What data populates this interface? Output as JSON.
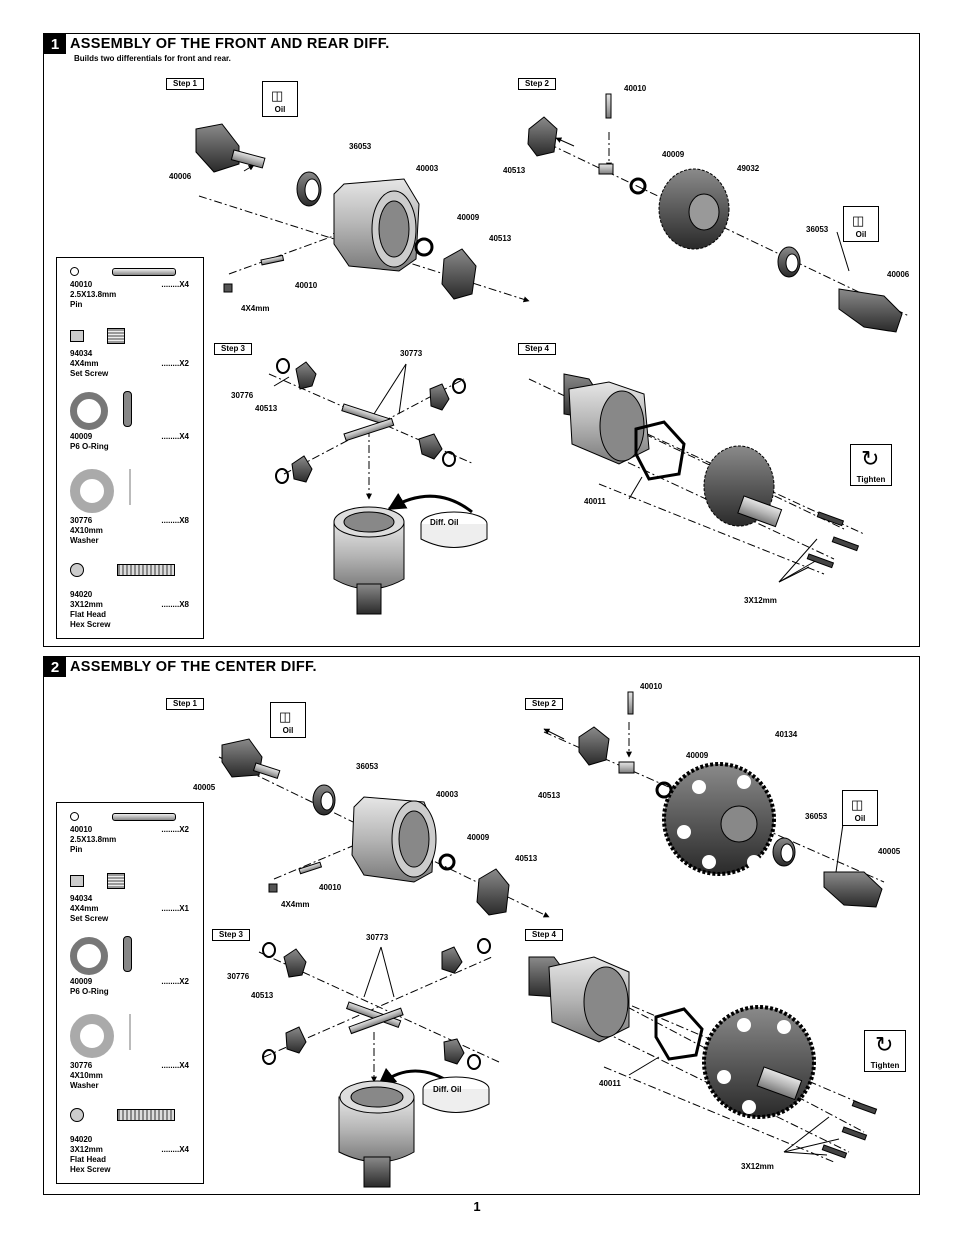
{
  "section1": {
    "number": "1",
    "title": "ASSEMBLY OF THE FRONT AND REAR DIFF.",
    "subtitle": "Builds two differentials for front and rear.",
    "steps": [
      "Step 1",
      "Step 2",
      "Step 3",
      "Step 4"
    ],
    "oil_label": "Oil",
    "diff_oil_label": "Diff. Oil",
    "tighten_label": "Tighten",
    "labels": {
      "s1_40006": "40006",
      "s1_36053": "36053",
      "s1_40003": "40003",
      "s1_40009": "40009",
      "s1_40513": "40513",
      "s1_40010": "40010",
      "s1_4x4": "4X4mm",
      "s2_40010": "40010",
      "s2_40513": "40513",
      "s2_40009": "40009",
      "s2_49032": "49032",
      "s2_36053": "36053",
      "s2_40006": "40006",
      "s3_30773": "30773",
      "s3_30776": "30776",
      "s3_40513": "40513",
      "s4_40011": "40011",
      "s4_3x12": "3X12mm"
    },
    "parts": [
      {
        "code": "40010",
        "size": "2.5X13.8mm",
        "name": "Pin",
        "extra": "",
        "qty": "........X4",
        "icon": "pin-icon"
      },
      {
        "code": "94034",
        "size": "4X4mm",
        "name": "Set Screw",
        "extra": "",
        "qty": "........X2",
        "icon": "set-screw-icon"
      },
      {
        "code": "40009",
        "size": "P6 O-Ring",
        "name": "",
        "extra": "",
        "qty": "........X4",
        "icon": "o-ring-icon"
      },
      {
        "code": "30776",
        "size": "4X10mm",
        "name": "Washer",
        "extra": "",
        "qty": "........X8",
        "icon": "washer-icon"
      },
      {
        "code": "94020",
        "size": "3X12mm",
        "name": "Flat Head",
        "extra": "Hex Screw",
        "qty": "........X8",
        "icon": "flat-head-screw-icon"
      }
    ]
  },
  "section2": {
    "number": "2",
    "title": "ASSEMBLY OF THE CENTER DIFF.",
    "steps": [
      "Step 1",
      "Step 2",
      "Step 3",
      "Step 4"
    ],
    "oil_label": "Oil",
    "diff_oil_label": "Diff. Oil",
    "tighten_label": "Tighten",
    "labels": {
      "s1_40005": "40005",
      "s1_36053": "36053",
      "s1_40003": "40003",
      "s1_40009": "40009",
      "s1_40513": "40513",
      "s1_40010": "40010",
      "s1_4x4": "4X4mm",
      "s2_40010": "40010",
      "s2_40513": "40513",
      "s2_40009": "40009",
      "s2_40134": "40134",
      "s2_36053": "36053",
      "s2_40005": "40005",
      "s3_30773": "30773",
      "s3_30776": "30776",
      "s3_40513": "40513",
      "s4_40011": "40011",
      "s4_3x12": "3X12mm"
    },
    "parts": [
      {
        "code": "40010",
        "size": "2.5X13.8mm",
        "name": "Pin",
        "extra": "",
        "qty": "........X2",
        "icon": "pin-icon"
      },
      {
        "code": "94034",
        "size": "4X4mm",
        "name": "Set Screw",
        "extra": "",
        "qty": "........X1",
        "icon": "set-screw-icon"
      },
      {
        "code": "40009",
        "size": "P6 O-Ring",
        "name": "",
        "extra": "",
        "qty": "........X2",
        "icon": "o-ring-icon"
      },
      {
        "code": "30776",
        "size": "4X10mm",
        "name": "Washer",
        "extra": "",
        "qty": "........X4",
        "icon": "washer-icon"
      },
      {
        "code": "94020",
        "size": "3X12mm",
        "name": "Flat Head",
        "extra": "Hex Screw",
        "qty": "........X4",
        "icon": "flat-head-screw-icon"
      }
    ]
  },
  "page_number": "1"
}
